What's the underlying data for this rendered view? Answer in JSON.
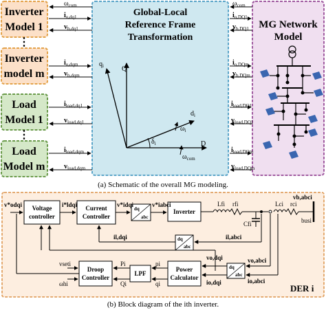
{
  "colors": {
    "inverter_fill": "#fce0c8",
    "inverter_border": "#e3a24a",
    "load_fill": "#d5e8c8",
    "load_border": "#6a9a4a",
    "transform_fill": "#cfe8f0",
    "transform_border": "#5aa4c8",
    "network_fill": "#f0dff0",
    "network_border": "#a05aa0",
    "der_fill": "#fdeee0",
    "der_border": "#e0a060",
    "solar_blue": "#3a66b0"
  },
  "left_blocks": {
    "inverter1": [
      "Inverter",
      "Model 1"
    ],
    "inverterm": [
      "Inverter",
      "model m"
    ],
    "load1": [
      "Load",
      "Model 1"
    ],
    "loadm": [
      "Load",
      "Model m"
    ],
    "dots": "⋮"
  },
  "center": {
    "title": [
      "Global-Local",
      "Reference Frame",
      "Transformation"
    ],
    "axis_Q": "Q",
    "axis_D": "D",
    "qi": "q",
    "di": "d",
    "omega_i": "ω",
    "delta_i": "δ",
    "omega_com": "ω",
    "sub_i": "i",
    "sub_com": "com"
  },
  "network": {
    "title": [
      "MG Network",
      "Model"
    ]
  },
  "left_signals": [
    {
      "main": "ω",
      "sub": "com"
    },
    {
      "main": "v",
      "sub": "b,dq1"
    },
    {
      "main": "i",
      "sub": "o,dqm"
    },
    {
      "main": "v",
      "sub": "b,dqm"
    },
    {
      "main": "i",
      "sub": "load,dq1"
    },
    {
      "main": "v",
      "sub": "load,dq1"
    },
    {
      "main": "i",
      "sub": "load,dqm"
    },
    {
      "main": "v",
      "sub": "load,dqm"
    }
  ],
  "right_signals": [
    {
      "main": "ω",
      "sub": "com"
    },
    {
      "main": "v",
      "sub": "b,DQ1"
    },
    {
      "main": "i",
      "sub": "o,DQm"
    },
    {
      "main": "v",
      "sub": "b,DQm"
    },
    {
      "main": "i",
      "sub": "load,DQ1"
    },
    {
      "main": "v",
      "sub": "load,DQ1"
    },
    {
      "main": "i",
      "sub": "load,DQm"
    },
    {
      "main": "v",
      "sub": "load,DQm"
    }
  ],
  "extra_signals": {
    "io_dq1": {
      "main": "i",
      "sub": "o,dq1"
    },
    "io_DQ1": {
      "main": "i",
      "sub": "o,DQ1"
    }
  },
  "caption_a": "(a) Schematic of the overall MG modeling.",
  "der": {
    "voltage_controller": [
      "Voltage",
      "controller"
    ],
    "current_controller": [
      "Current",
      "Controller"
    ],
    "inverter": "Inverter",
    "droop": [
      "Droop",
      "Controller"
    ],
    "lpf": "LPF",
    "power_calc": [
      "Power",
      "Calculator"
    ],
    "dq": "dq",
    "abc": "abc",
    "label": "DER i",
    "v_odqi_ref": "v*odqi",
    "i_ldqi_ref": "i*ldqi",
    "v_idqi_ref": "v*idqi",
    "v_iabci_ref": "v*iabci",
    "L_fi": "Lfi",
    "r_fi": "rfi",
    "L_ci": "Lci",
    "r_ci": "rci",
    "C_fi": "Cfi",
    "v_babci": "vb,abci",
    "bus_i": "busi",
    "i_ldqi": "il,dqi",
    "i_labci": "il,abci",
    "v_oabci": "vo,abci",
    "i_oabci": "io,abci",
    "v_odqi": "vo,dqi",
    "i_odqi": "io,dqi",
    "P_i": "Pi",
    "Q_i": "Qi",
    "p_i": "pi",
    "q_i": "qi",
    "v_seti": "vseti",
    "omega_hi": "ωhi"
  },
  "caption_b": "(b) Block diagram of the ith inverter."
}
